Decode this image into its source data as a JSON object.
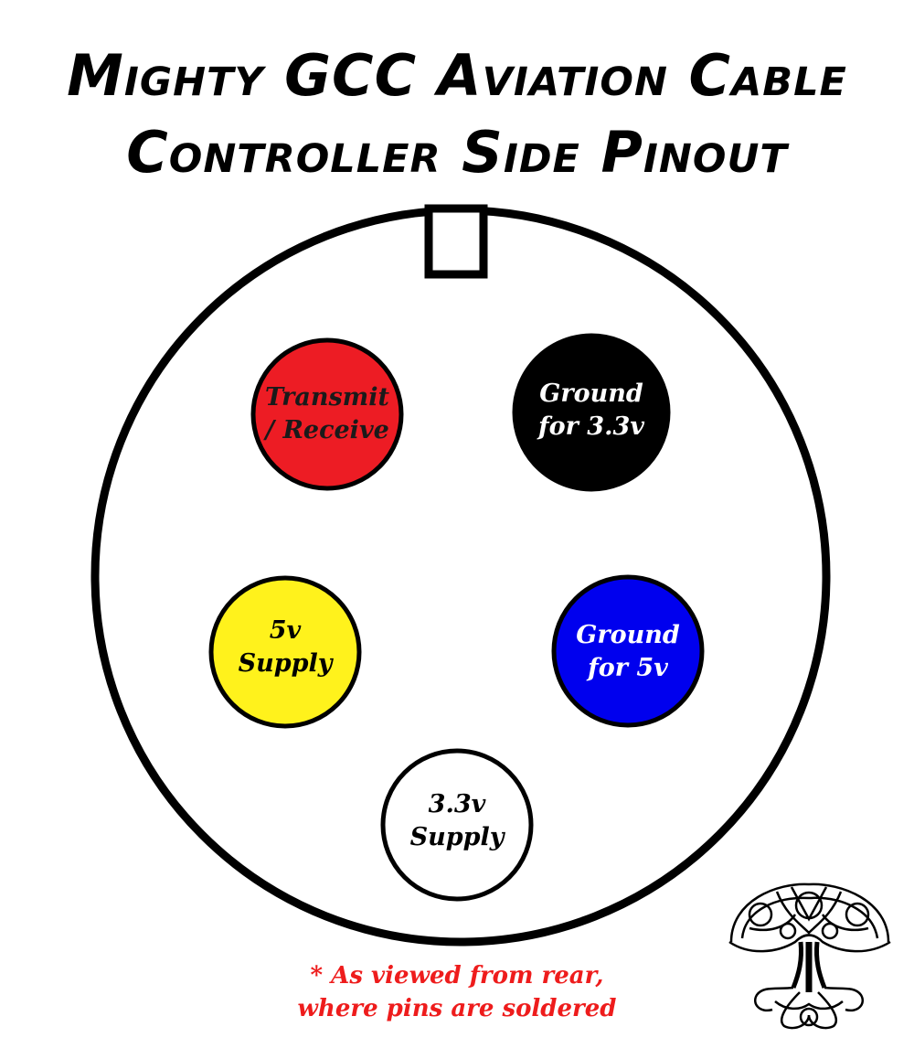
{
  "title": {
    "line1": "Mighty GCC Aviation Cable",
    "line2": "Controller Side Pinout"
  },
  "pins": [
    {
      "id": "transmit-receive",
      "lines": [
        "Transmit",
        "/ Receive"
      ],
      "fill": "#ed1c24",
      "text_color": "#1a1a1a"
    },
    {
      "id": "ground-3v3",
      "lines": [
        "Ground",
        "for 3.3v"
      ],
      "fill": "#000000",
      "text_color": "#ffffff"
    },
    {
      "id": "supply-5v",
      "lines": [
        "5v",
        "Supply"
      ],
      "fill": "#fff21c",
      "text_color": "#000000"
    },
    {
      "id": "ground-5v",
      "lines": [
        "Ground",
        "for 5v"
      ],
      "fill": "#0000ee",
      "text_color": "#ffffff"
    },
    {
      "id": "supply-3v3",
      "lines": [
        "3.3v",
        "Supply"
      ],
      "fill": "#ffffff",
      "text_color": "#000000"
    }
  ],
  "note": {
    "line1": "* As viewed from rear,",
    "line2": "where pins are soldered",
    "color": "#ee1c1c"
  },
  "logo": {
    "icon": "celtic-tree-of-life-icon"
  }
}
